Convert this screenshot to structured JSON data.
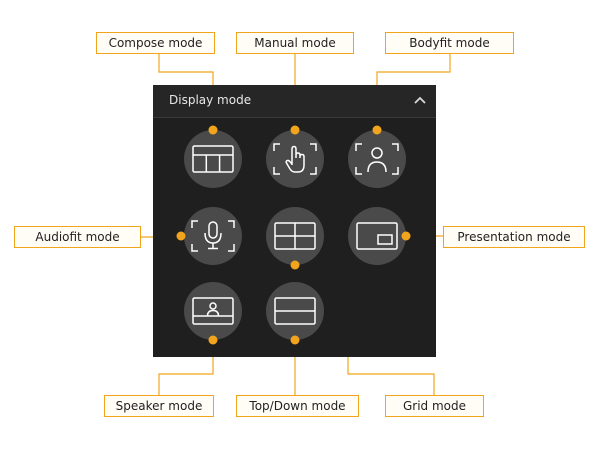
{
  "panel": {
    "title": "Display mode"
  },
  "colors": {
    "accent": "#f2a51c",
    "panel_bg": "#1f1f1f",
    "button_bg": "#4a4a4a",
    "icon_stroke": "#ffffff"
  },
  "modes": [
    {
      "id": "compose",
      "label": "Compose mode",
      "icon": "compose-layout-icon"
    },
    {
      "id": "manual",
      "label": "Manual mode",
      "icon": "hand-pointer-icon"
    },
    {
      "id": "bodyfit",
      "label": "Bodyfit mode",
      "icon": "person-frame-icon"
    },
    {
      "id": "audiofit",
      "label": "Audiofit mode",
      "icon": "microphone-frame-icon"
    },
    {
      "id": "grid",
      "label": "Grid mode",
      "icon": "grid-layout-icon"
    },
    {
      "id": "presentation",
      "label": "Presentation mode",
      "icon": "presentation-layout-icon"
    },
    {
      "id": "speaker",
      "label": "Speaker mode",
      "icon": "speaker-layout-icon"
    },
    {
      "id": "topdown",
      "label": "Top/Down mode",
      "icon": "top-down-layout-icon"
    }
  ]
}
